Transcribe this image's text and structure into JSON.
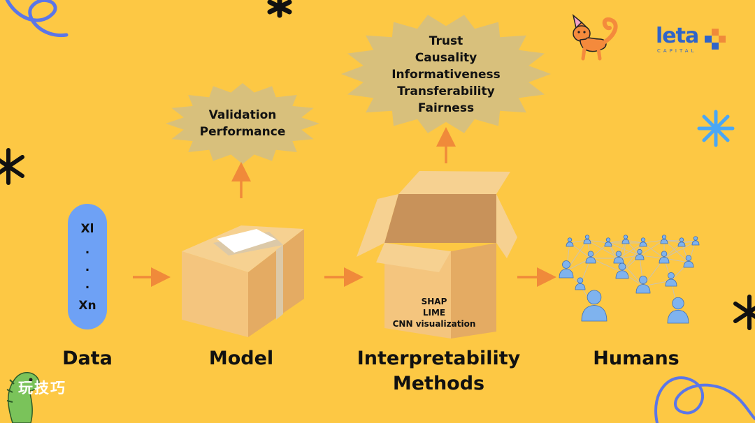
{
  "stages": [
    {
      "name": "Data",
      "items": [
        "Xl",
        ".",
        ".",
        ".",
        "Xn"
      ]
    },
    {
      "name": "Model",
      "burst": [
        "Validation",
        "Performance"
      ]
    },
    {
      "name": [
        "Interpretability",
        "Methods"
      ],
      "box_items": [
        "SHAP",
        "LIME",
        "CNN visualization"
      ],
      "burst": [
        "Trust",
        "Causality",
        "Informativeness",
        "Transferability",
        "Fairness"
      ]
    },
    {
      "name": "Humans"
    }
  ],
  "logo": {
    "wordmark": "leta",
    "subtitle": "CAPITAL"
  },
  "watermark": "玩技巧",
  "colors": {
    "background": "#fdc844",
    "arrow": "#f08a3a",
    "burst": "#d8c07c",
    "pill": "#6ea1f5",
    "person": "#7fb3ee",
    "box": "#f4c57e"
  }
}
